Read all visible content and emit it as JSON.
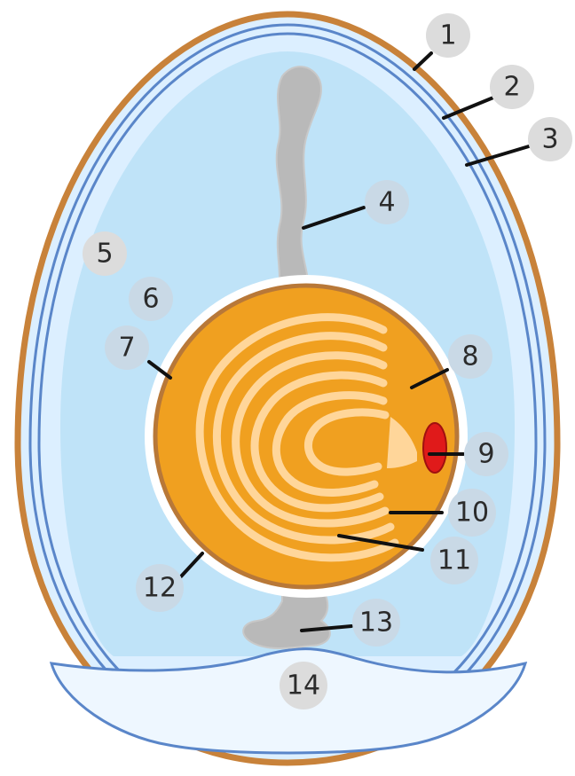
{
  "diagram": {
    "labels": [
      {
        "id": "1",
        "text": "1"
      },
      {
        "id": "2",
        "text": "2"
      },
      {
        "id": "3",
        "text": "3"
      },
      {
        "id": "4",
        "text": "4"
      },
      {
        "id": "5",
        "text": "5"
      },
      {
        "id": "6",
        "text": "6"
      },
      {
        "id": "7",
        "text": "7"
      },
      {
        "id": "8",
        "text": "8"
      },
      {
        "id": "9",
        "text": "9"
      },
      {
        "id": "10",
        "text": "10"
      },
      {
        "id": "11",
        "text": "11"
      },
      {
        "id": "12",
        "text": "12"
      },
      {
        "id": "13",
        "text": "13"
      },
      {
        "id": "14",
        "text": "14"
      }
    ],
    "colors": {
      "shell": "#c8823a",
      "shell_membrane": "#5a86c9",
      "outer_albumen": "#dcefff",
      "inner_albumen": "#bfe3f8",
      "chalaza": "#b9b9b9",
      "vitelline_membrane": "#ffffff",
      "yolk_dark": "#f0a020",
      "yolk_light": "#ffd69a",
      "yolk_rim": "#b87838",
      "germinal_disc": "#e01a1a",
      "label_badge": "#dcdcdc",
      "label_badge_alt": "#c9d9e6",
      "leader_line": "#111111",
      "label_text": "#2b2b2b"
    }
  }
}
